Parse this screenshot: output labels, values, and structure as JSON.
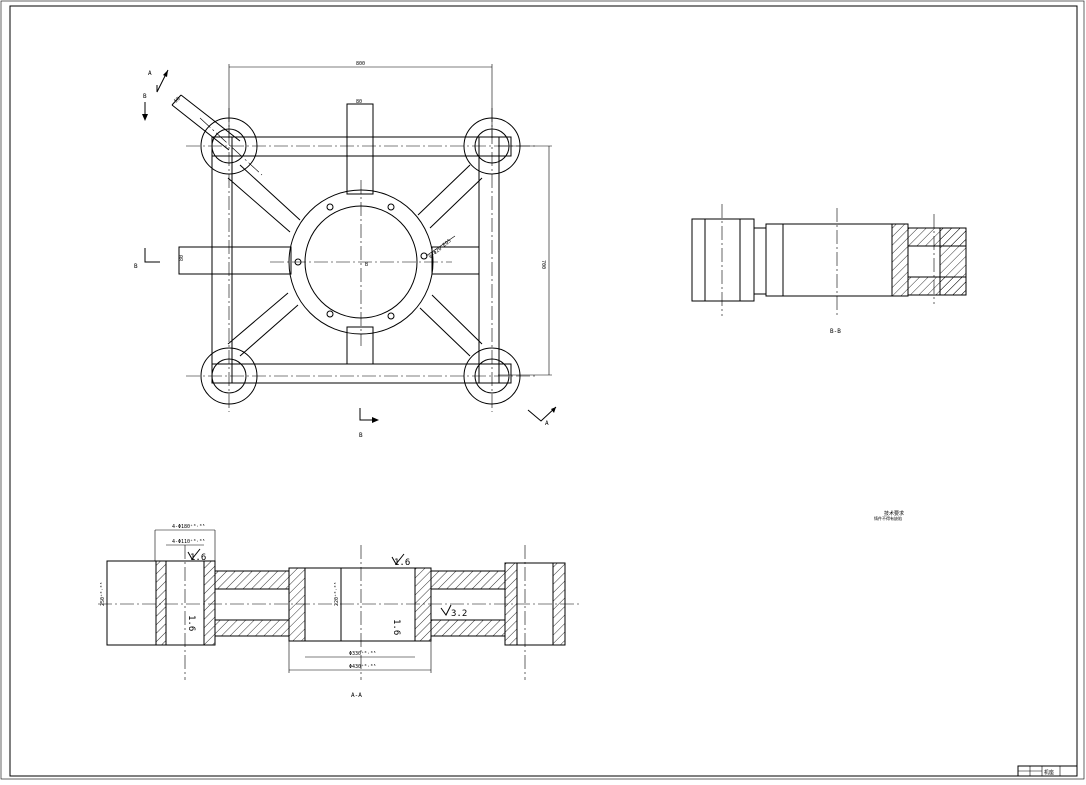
{
  "sheet": {
    "section_aa": {
      "letter": "A",
      "view_title": "A-A",
      "dims": {
        "bore_small": "4-Φ110⁺⁰·⁰⁵",
        "bore_big": "4-Φ180⁺⁰·⁰⁵",
        "inner_dia": "Φ330⁺⁰·⁰⁵",
        "outer_dia": "Φ430⁺⁰·⁰⁵",
        "height_left": "250⁺⁰·⁰⁵",
        "height_mid": "220⁺⁰·⁰⁵"
      },
      "roughness": [
        "1.6",
        "1.6",
        "1.6",
        "1.6",
        "3.2"
      ]
    },
    "section_bb": {
      "letter": "B",
      "view_title": "B-B"
    },
    "plan": {
      "dim_width": "800",
      "dim_height": "700",
      "dim_arm": "50",
      "dim_rib": "80",
      "dim_side": "80",
      "hole_callout": "8-Φ20 EQS",
      "center_mark": "B"
    },
    "notes": {
      "title": "技术要求",
      "line": "铸件不得有缺陷"
    },
    "title_block": {
      "label": "机座"
    }
  }
}
